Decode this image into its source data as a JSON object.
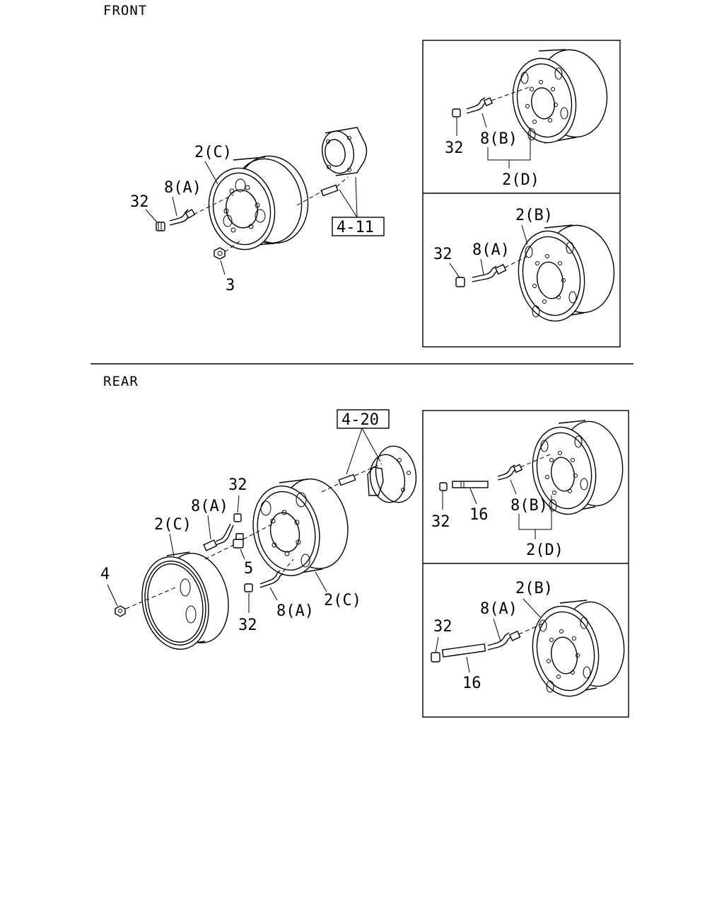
{
  "sections": {
    "front": "FRONT",
    "rear": "REAR"
  },
  "labels": {
    "f_wheel": "2(C)",
    "f_valve": "8(A)",
    "f_cap": "32",
    "f_nut": "3",
    "f_ref": "4-11",
    "fb1_cap": "32",
    "fb1_valve": "8(B)",
    "fb1_wheel": "2(D)",
    "fb2_wheel": "2(B)",
    "fb2_valve": "8(A)",
    "fb2_cap": "32",
    "r_ref": "4-20",
    "r_cap_top": "32",
    "r_valve_top": "8(A)",
    "r_wheel_outer": "2(C)",
    "r_nut": "4",
    "r_part5": "5",
    "r_cap_bottom": "32",
    "r_valve_bottom": "8(A)",
    "r_wheel_inner": "2(C)",
    "rb1_cap": "32",
    "rb1_ext": "16",
    "rb1_valve": "8(B)",
    "rb1_wheel": "2(D)",
    "rb2_wheel": "2(B)",
    "rb2_valve": "8(A)",
    "rb2_cap": "32",
    "rb2_ext": "16"
  }
}
